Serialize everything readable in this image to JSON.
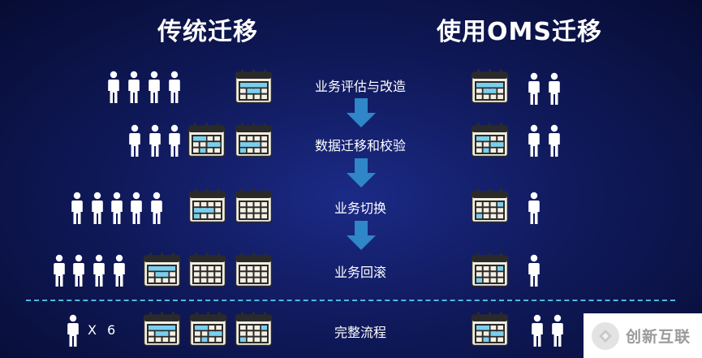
{
  "titles": {
    "traditional": "传统迁移",
    "oms": "使用OMS迁移"
  },
  "steps": [
    {
      "label": "业务评估与改造"
    },
    {
      "label": "数据迁移和校验"
    },
    {
      "label": "业务切换"
    },
    {
      "label": "业务回滚"
    },
    {
      "label": "完整流程"
    }
  ],
  "multiplier": "X 6",
  "watermark": {
    "text": "创新互联"
  },
  "colors": {
    "arrow": "#2f86c8",
    "divider": "#4fb8e4",
    "screen": "#79cfee"
  },
  "icons": [
    "person-icon",
    "calendar-icon",
    "down-arrow-icon"
  ]
}
